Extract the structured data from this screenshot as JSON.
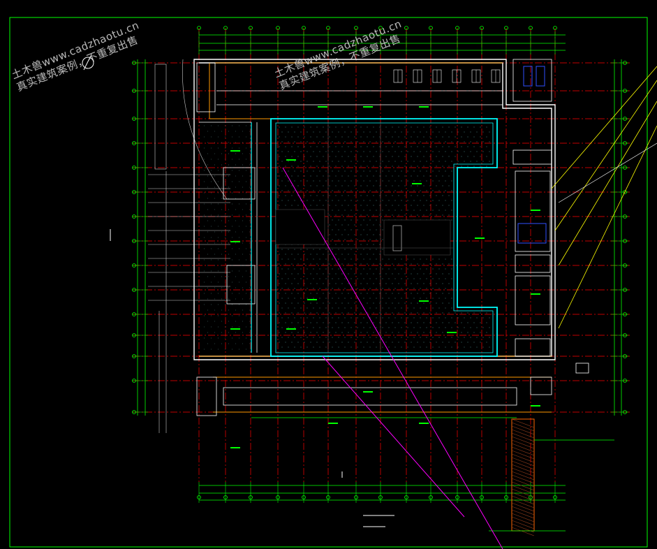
{
  "watermarks": [
    {
      "line1": "土木兽www.cadzhaotu.cn",
      "line2": "真实建筑案例，不重复出售"
    },
    {
      "line1": "土木兽www.cadzhaotu.cn",
      "line2": "真实建筑案例，不重复出售"
    }
  ],
  "drawing": {
    "background": "#000000",
    "colors": {
      "frame": "#00ff00",
      "grid_axis": "#ff0000",
      "wall": "#ffffff",
      "dimension": "#00ff00",
      "hatch": "#00ffff",
      "accent_orange": "#ff9900",
      "leader_yellow": "#ffff00",
      "section_magenta": "#ff00ff",
      "equipment_blue": "#3050ff"
    }
  }
}
